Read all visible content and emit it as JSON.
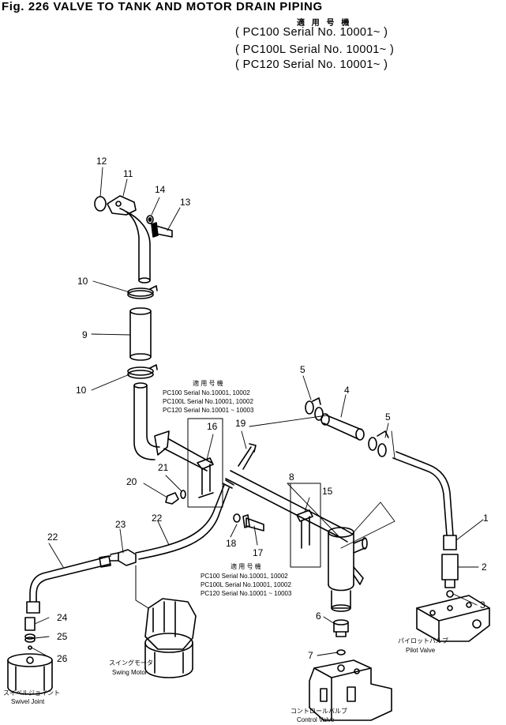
{
  "header": {
    "title": "Fig. 226   VALVE TO TANK AND MOTOR DRAIN PIPING",
    "applicable_label": "適 用 号 機",
    "rows": [
      "( PC100   Serial No. 10001~ )",
      "( PC100L  Serial No. 10001~ )",
      "( PC120   Serial No. 10001~ )"
    ]
  },
  "callouts": [
    "1",
    "2",
    "3",
    "4",
    "5",
    "5",
    "6",
    "7",
    "8",
    "9",
    "10",
    "10",
    "11",
    "12",
    "13",
    "14",
    "15",
    "16",
    "17",
    "18",
    "19",
    "20",
    "21",
    "22",
    "22",
    "23",
    "24",
    "25",
    "26"
  ],
  "notes": {
    "upper": {
      "label": "適 用 号 機",
      "rows": [
        "PC100   Serial No.10001, 10002",
        "PC100L  Serial No.10001, 10002",
        "PC120   Serial No.10001 ~ 10003"
      ]
    },
    "lower": {
      "label": "適 用 号 機",
      "rows": [
        "PC100   Serial No.10001, 10002",
        "PC100L  Serial No.10001, 10002",
        "PC120   Serial No.10001 ~ 10003"
      ]
    }
  },
  "captions": {
    "pilot_valve_jp": "パイロットバルブ",
    "pilot_valve": "Pilot Valve",
    "swing_motor_jp": "スイングモータ",
    "swing_motor": "Swing Motor",
    "swivel_joint_jp": "スイベルジョイント",
    "swivel_joint": "Swivel Joint",
    "control_valve_jp": "コントロールバルブ",
    "control_valve": "Control Valve"
  }
}
